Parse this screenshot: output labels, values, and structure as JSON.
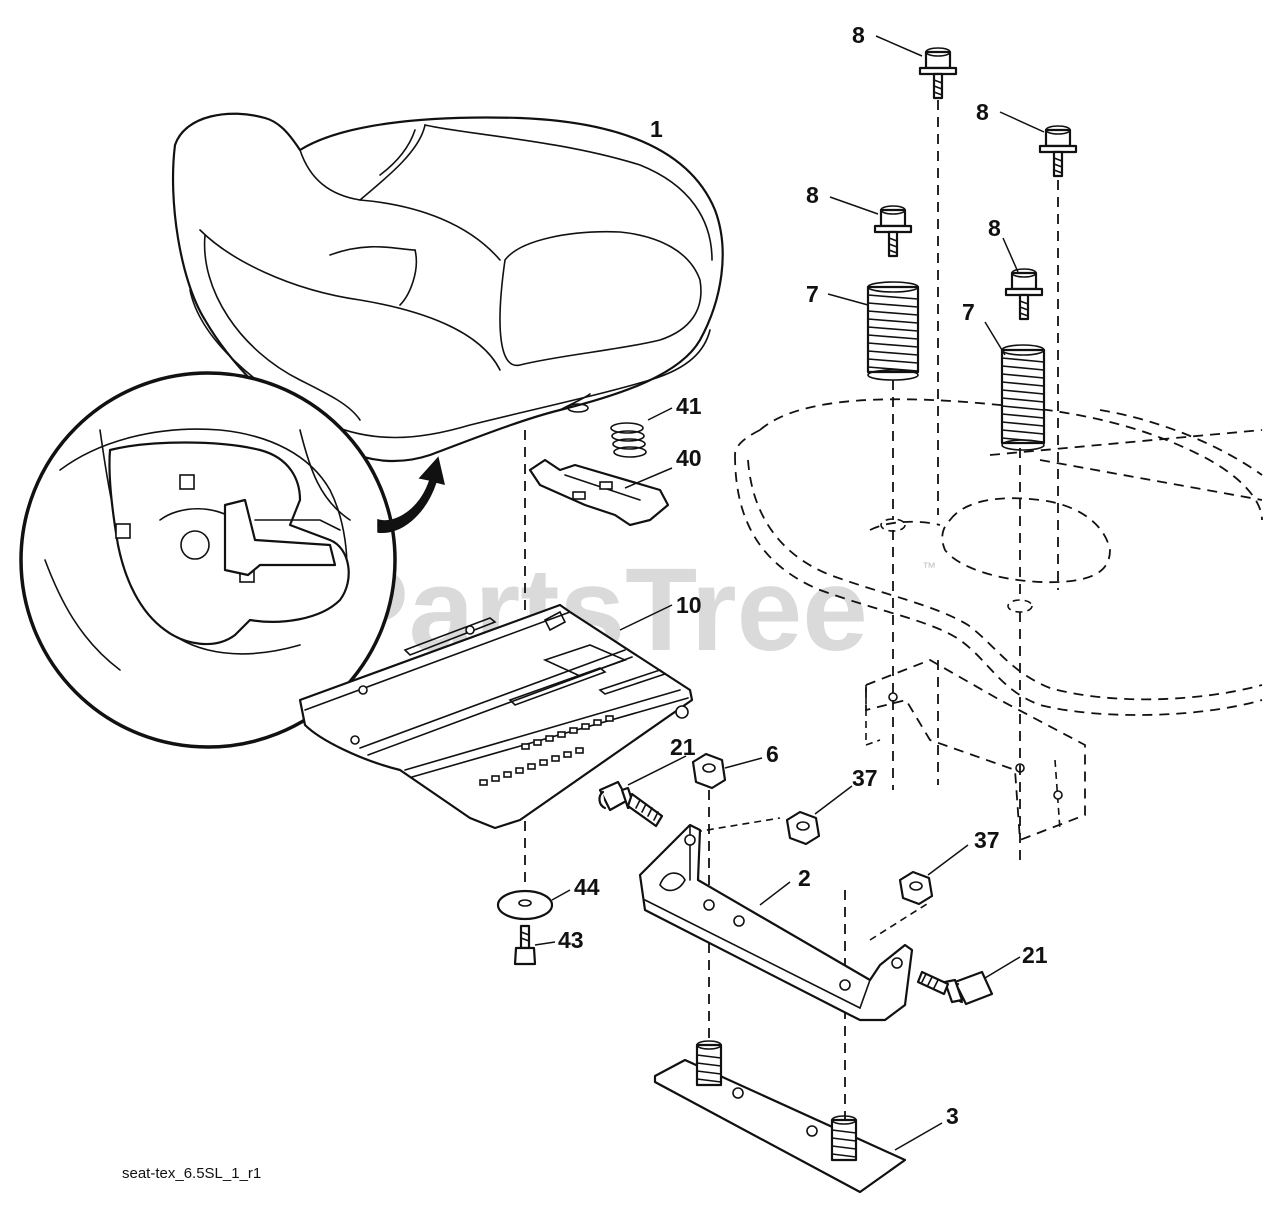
{
  "diagram": {
    "drawing_code": "seat-tex_6.5SL_1_r1",
    "watermark": "PartsTree",
    "watermark_mark": "™",
    "colors": {
      "line": "#111111",
      "background": "#ffffff",
      "watermark": "#d4d4d4"
    },
    "callouts": {
      "seat": "1",
      "bracket": "2",
      "base_plate": "3",
      "nut_6": "6",
      "spring_left": "7",
      "spring_right": "7",
      "bolt_a": "8",
      "bolt_b": "8",
      "bolt_c": "8",
      "bolt_d": "8",
      "seat_pan": "10",
      "bolt_21_left": "21",
      "bolt_21_right": "21",
      "nut_37_upper": "37",
      "nut_37_lower": "37",
      "switch_bracket": "40",
      "small_spring": "41",
      "screw_43": "43",
      "washer_44": "44"
    }
  }
}
